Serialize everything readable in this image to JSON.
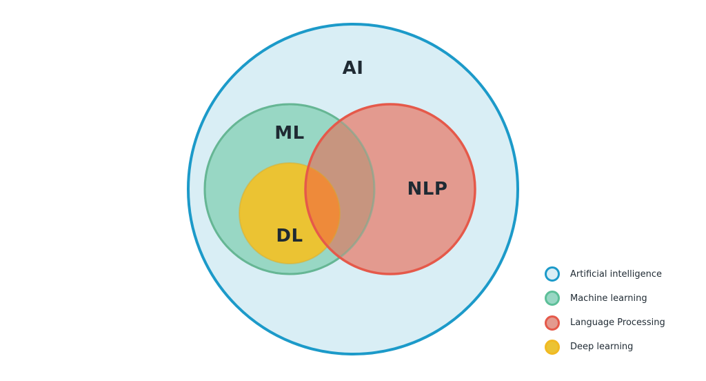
{
  "diagram": {
    "circles": {
      "ai": {
        "label": "AI",
        "fill": "#d9eef5",
        "stroke": "#1c9ac9"
      },
      "ml": {
        "label": "ML",
        "fill": "#98d7c4",
        "stroke": "#5cbf98"
      },
      "nlp": {
        "label": "NLP",
        "fill": "#e39a8f",
        "stroke": "#e5594a"
      },
      "dl": {
        "label": "DL",
        "fill": "#ebc333",
        "stroke": "#f1b922"
      }
    },
    "overlap_colors": {
      "ml_nlp": "#c7957f",
      "dl_nlp": "#ee8a3a"
    }
  },
  "legend": {
    "items": [
      {
        "label": "Artificial intelligence",
        "fill": "#d9eef5",
        "stroke": "#1c9ac9"
      },
      {
        "label": "Machine learning",
        "fill": "#98d7c4",
        "stroke": "#5cbf98"
      },
      {
        "label": "Language Processing",
        "fill": "#e39a8f",
        "stroke": "#e5594a"
      },
      {
        "label": "Deep learning",
        "fill": "#ebc333",
        "stroke": "#f1b922"
      }
    ]
  }
}
